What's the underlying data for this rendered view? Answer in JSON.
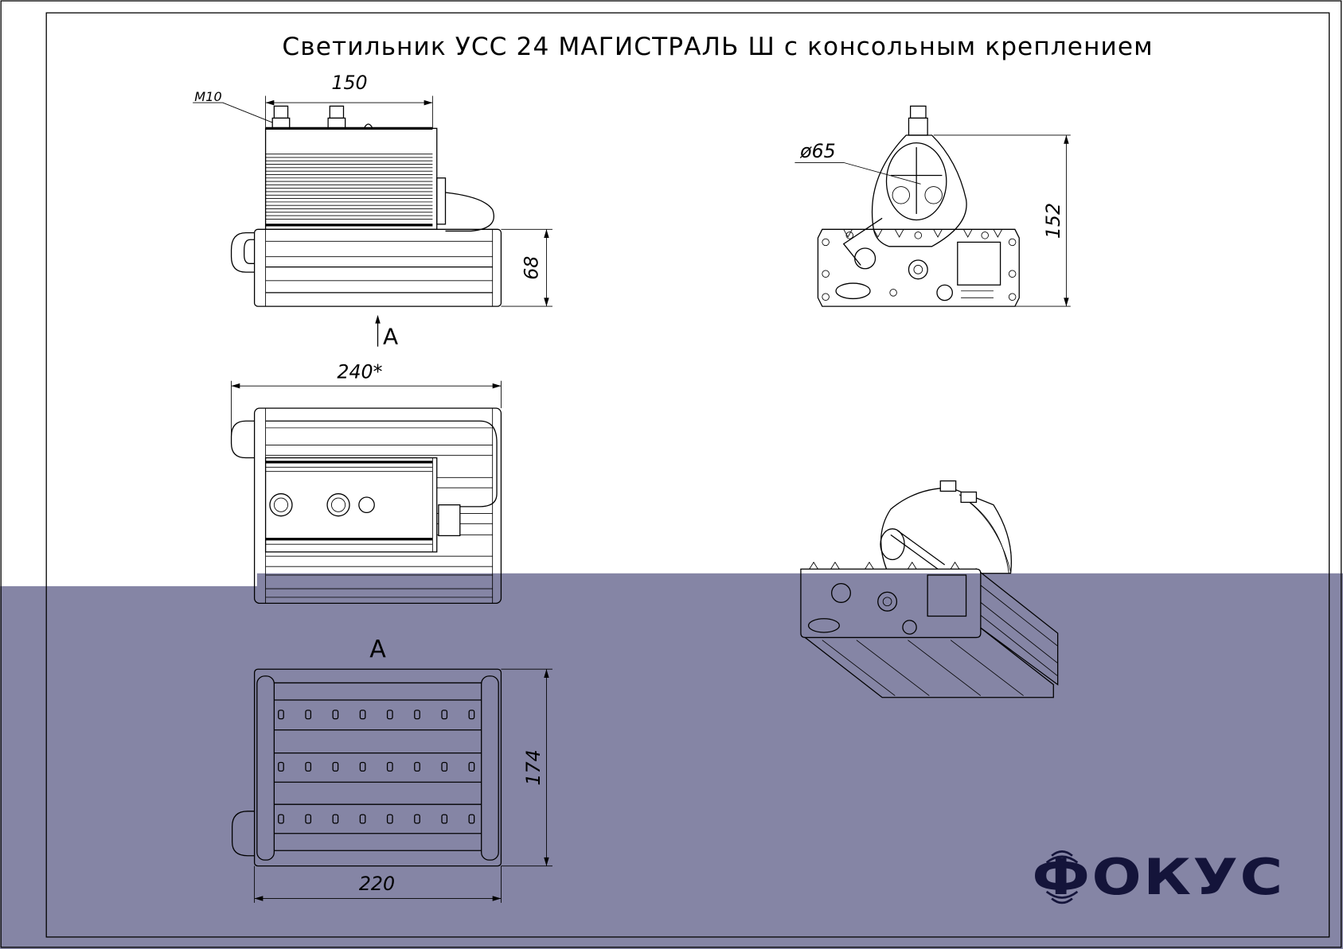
{
  "drawing": {
    "title": "Светильник УСС 24 МАГИСТРАЛЬ Ш  с консольным креплением",
    "side_view": {
      "thread_label": "M10",
      "driver_width": "150",
      "housing_height": "68"
    },
    "view_arrow_label": "A",
    "top_view": {
      "length": "240*"
    },
    "front_view": {
      "diameter": "ø65",
      "total_height": "152"
    },
    "bottom_view": {
      "label": "A",
      "width": "174",
      "length": "220"
    },
    "logo_text": "ФОКУС",
    "colors": {
      "overlay": "#8585a5",
      "line": "#000000",
      "logo": "#14143a"
    }
  }
}
